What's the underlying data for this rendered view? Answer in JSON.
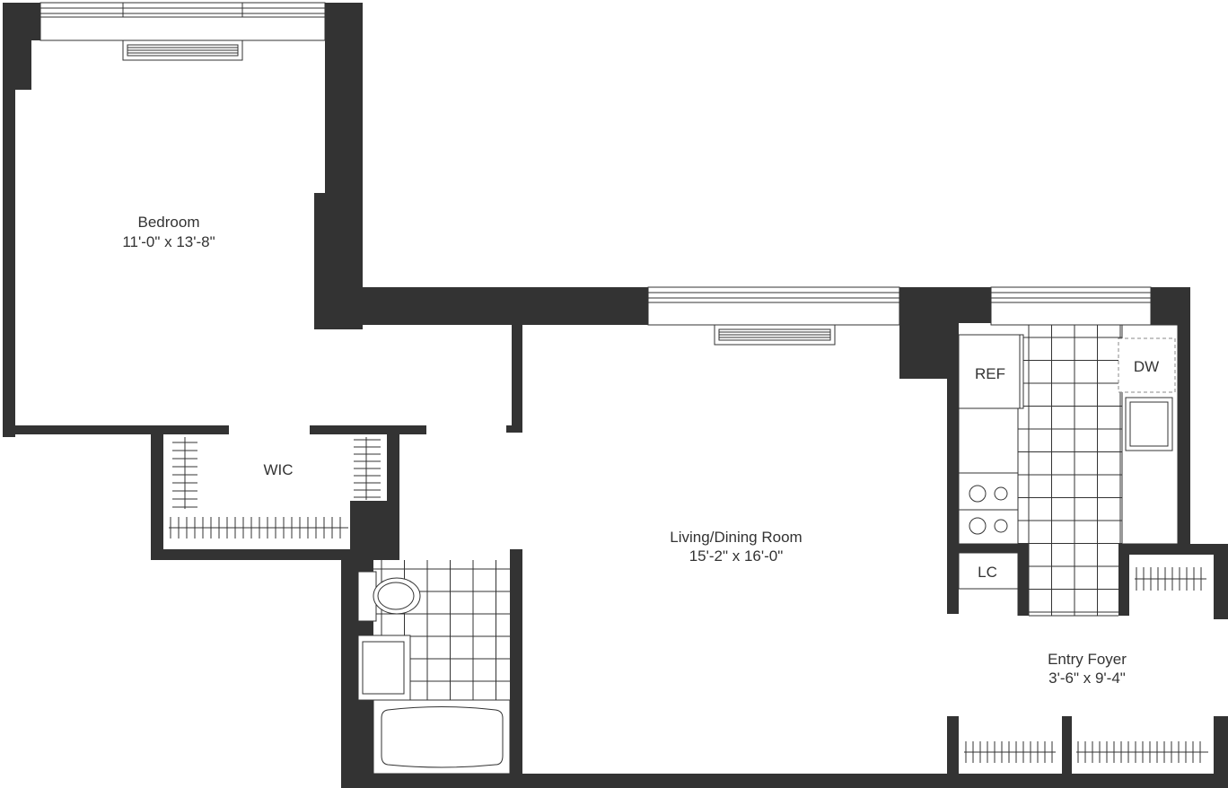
{
  "colors": {
    "wall": "#333333",
    "line": "#333333",
    "background": "#ffffff",
    "dashed": "#888888"
  },
  "rooms": {
    "bedroom": {
      "name": "Bedroom",
      "dims": "11'-0\" x 13'-8\""
    },
    "wic": {
      "name": "WIC"
    },
    "living": {
      "name": "Living/Dining Room",
      "dims": "15'-2\" x 16'-0\""
    },
    "foyer": {
      "name": "Entry Foyer",
      "dims": "3'-6\" x 9'-4\""
    }
  },
  "fixtures": {
    "ref": "REF",
    "dw": "DW",
    "lc": "LC"
  }
}
